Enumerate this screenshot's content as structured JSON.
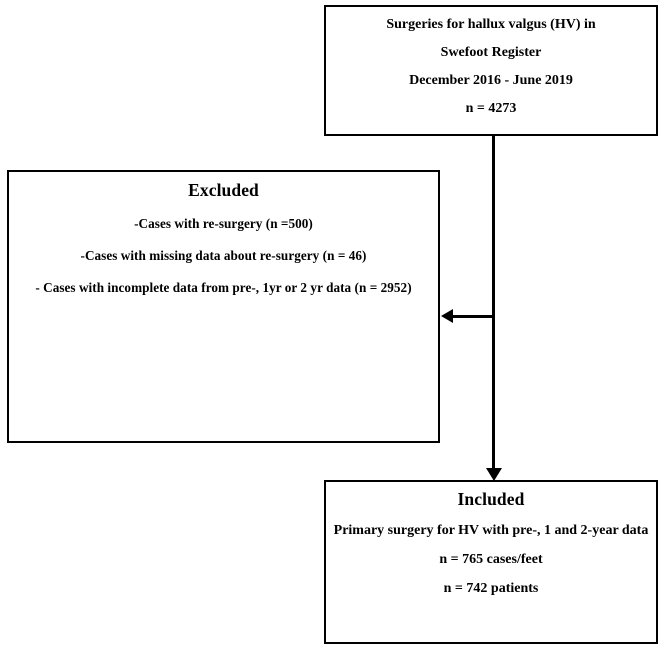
{
  "diagram": {
    "type": "flowchart",
    "title": "Patient/case selection flow diagram",
    "orientation": "top-to-bottom with left exclusion branch"
  },
  "source_box": {
    "name": "source-cohort",
    "lines": [
      "Surgeries for hallux valgus (HV) in",
      "Swefoot Register",
      "December 2016 - June 2019",
      "n = 4273"
    ]
  },
  "excluded_box": {
    "name": "excluded",
    "heading": "Excluded",
    "reasons": [
      "-Cases with re-surgery (n =500)",
      "-Cases with missing data about re-surgery (n = 46)",
      "- Cases with incomplete data from pre-, 1yr or 2 yr data (n = 2952)"
    ]
  },
  "included_box": {
    "name": "included",
    "heading": "Included",
    "lines": [
      "Primary surgery for HV with pre-, 1 and 2-year data",
      "n = 765 cases/feet",
      "n = 742 patients"
    ]
  },
  "connectors": [
    {
      "name": "spine-source-to-included",
      "from": "source_box",
      "to": "included_box",
      "arrow": "down"
    },
    {
      "name": "branch-to-excluded",
      "from": "spine",
      "to": "excluded_box",
      "arrow": "left"
    }
  ],
  "colors": {
    "stroke": "#000000",
    "background": "#ffffff",
    "text": "#000000"
  }
}
